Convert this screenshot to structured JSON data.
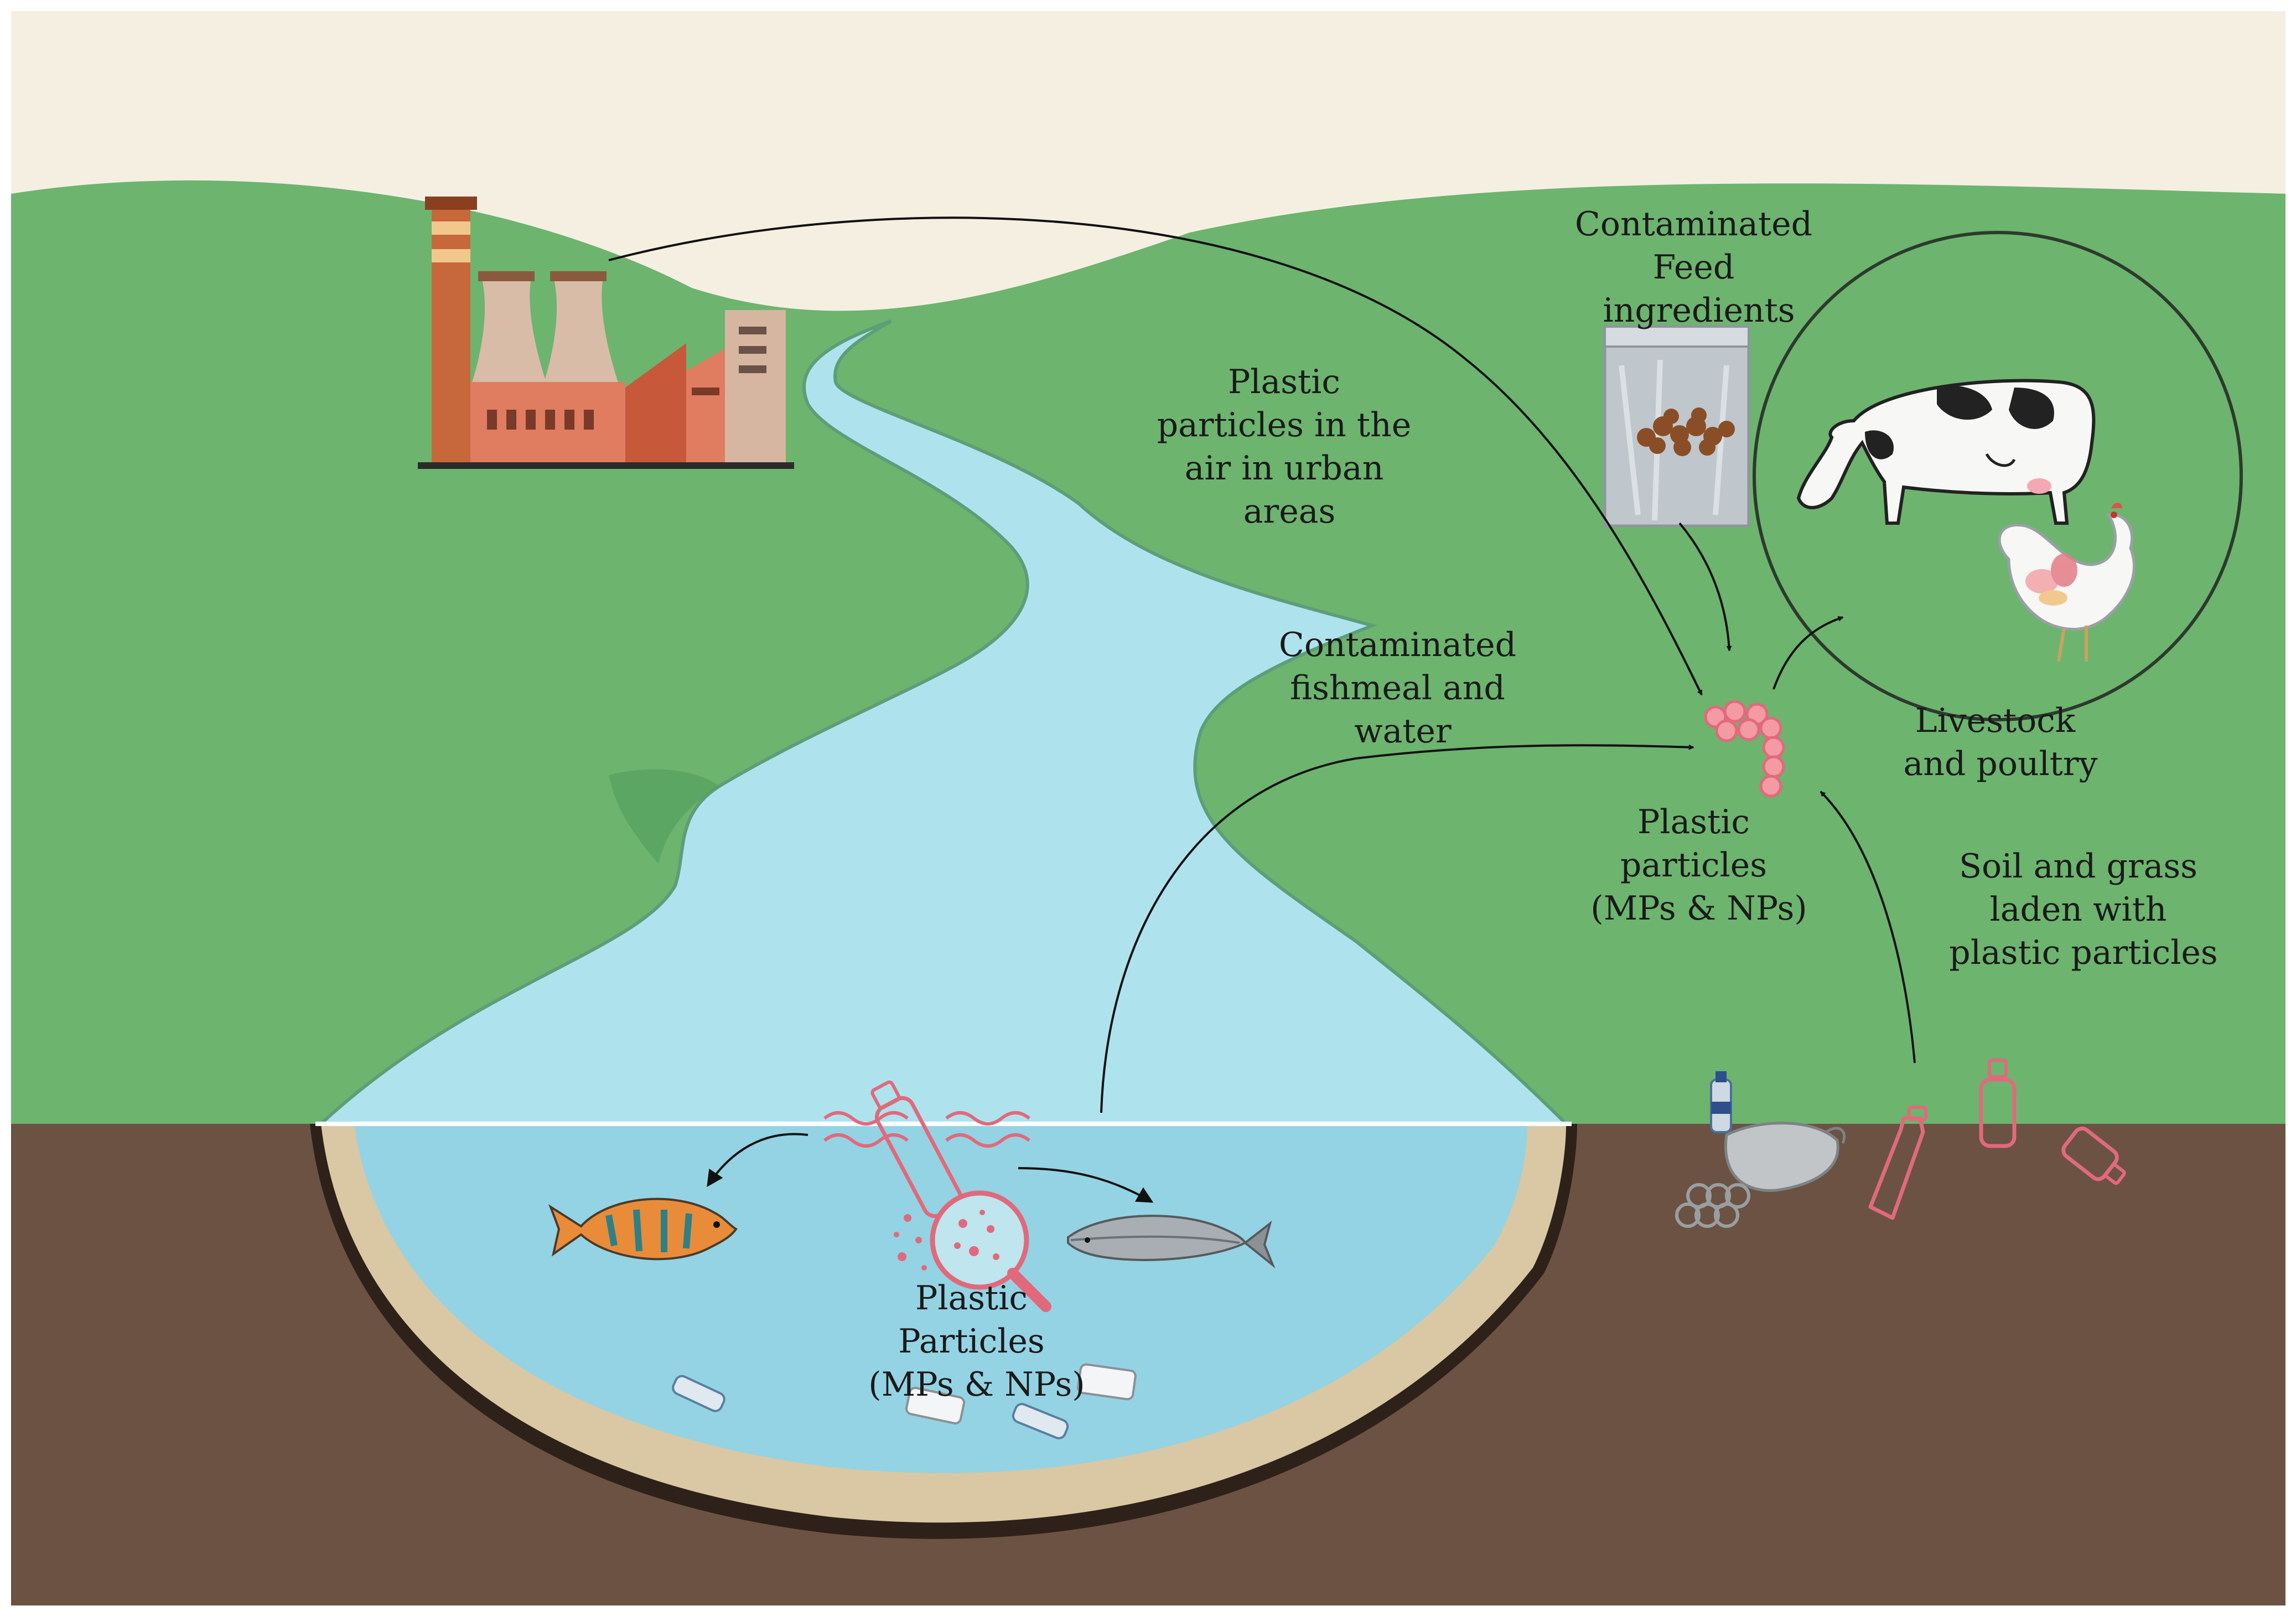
{
  "labels": {
    "air": [
      "Plastic",
      "particles in the",
      "air in urban",
      "areas"
    ],
    "feed": [
      "Contaminated",
      "Feed",
      "ingredients"
    ],
    "fishmeal": [
      "Contaminated",
      "fishmeal and",
      "water"
    ],
    "livestock": [
      "Livestock",
      "and poultry"
    ],
    "plastic_land": [
      "Plastic",
      "particles",
      "(MPs & NPs)"
    ],
    "soil": [
      "Soil and grass",
      "laden with",
      "plastic particles"
    ],
    "plastic_water": [
      "Plastic",
      "Particles",
      "(MPs & NPs)"
    ]
  },
  "colors": {
    "sky": "#f5efe2",
    "grass": "#6db46f",
    "river": "#aee3ee",
    "lake": "#94d3e3",
    "soil": "#6b5242",
    "sand": "#d9c8a3",
    "plastic_pink": "#e06a7c",
    "particle_pink": "#f49aa2"
  },
  "icons": [
    "factory-icon",
    "feed-bag-icon",
    "cow-icon",
    "chicken-icon",
    "fish-icon",
    "salmon-icon",
    "plastic-bottle-icon",
    "magnifier-icon",
    "face-mask-icon",
    "microplastic-cluster-icon"
  ]
}
